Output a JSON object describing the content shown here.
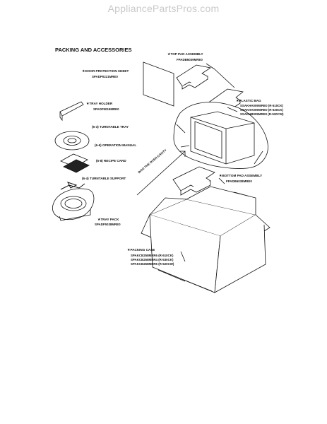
{
  "watermark": "AppliancePartsPros.com",
  "title": "PACKING AND ACCESSORIES",
  "parts": {
    "top_pad": {
      "label": "TOP PAD ASSEMBLY",
      "part_no": "FPADB6039MRE0"
    },
    "door_sheet": {
      "label": "DOOR PROTECTION SHEET",
      "part_no": "SPADP0221MRE0"
    },
    "plastic_bag": {
      "label": "PLASTIC BAG",
      "part_nos": [
        "SSAKHA009WRE0 (R-510CK)",
        "SSAKHA009WRE0 (R-530CK)",
        "SSAKHB009MRE0 (R-520CW)"
      ]
    },
    "tray_holder": {
      "label": "TRAY HOLDER",
      "part_no": "SPADF5015MRE0"
    },
    "turntable_tray": {
      "badge": "6-3",
      "label": "TURNTABLE TRAY"
    },
    "operation_manual": {
      "badge": "6-6",
      "label": "OPERATION MANUAL"
    },
    "recipe_card": {
      "badge": "6-8",
      "label": "RECIPE CARD"
    },
    "turntable_support": {
      "badge": "6-4",
      "label": "TURNTABLE SUPPORT"
    },
    "oven_cavity": "INTO THE OVEN CAVITY",
    "bottom_pad": {
      "label": "BOTTOM PAD ASSEMBLY",
      "part_no": "FPADB6038MRE0"
    },
    "tray_pack": {
      "label": "TRAY PACK",
      "part_no": "SPADF5038MRE0"
    },
    "packing_case": {
      "label": "PACKING CASE",
      "part_nos": [
        "SPAKCB258MRR6 (R-510CK)",
        "SPAKCB258MRR4 (R-530CK)",
        "SPAKCB258MRR5 (R-520CW)"
      ]
    }
  }
}
